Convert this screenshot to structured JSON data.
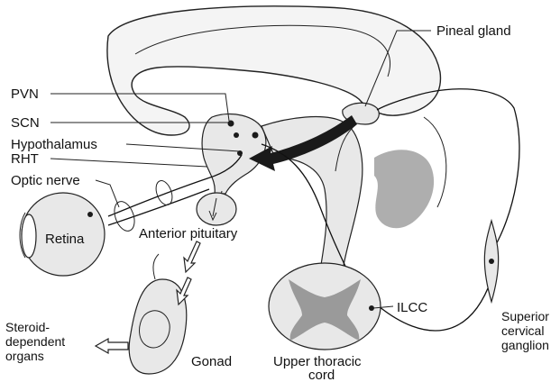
{
  "labels": {
    "pineal_gland": "Pineal gland",
    "pvn": "PVN",
    "scn": "SCN",
    "hypothalamus": "Hypothalamus",
    "rht": "RHT",
    "optic_nerve": "Optic nerve",
    "retina": "Retina",
    "anterior_pituitary": "Anterior pituitary",
    "steroid_line1": "Steroid-",
    "steroid_line2": "dependent",
    "steroid_line3": "organs",
    "gonad": "Gonad",
    "upper_thoracic_line1": "Upper thoracic",
    "upper_thoracic_line2": "cord",
    "ilcc": "ILCC",
    "superior_line1": "Superior",
    "superior_line2": "cervical",
    "superior_line3": "ganglion"
  },
  "colors": {
    "ink": "#111111",
    "tissue_fill": "#e8e8e8",
    "stipple": "#9a9a9a"
  }
}
